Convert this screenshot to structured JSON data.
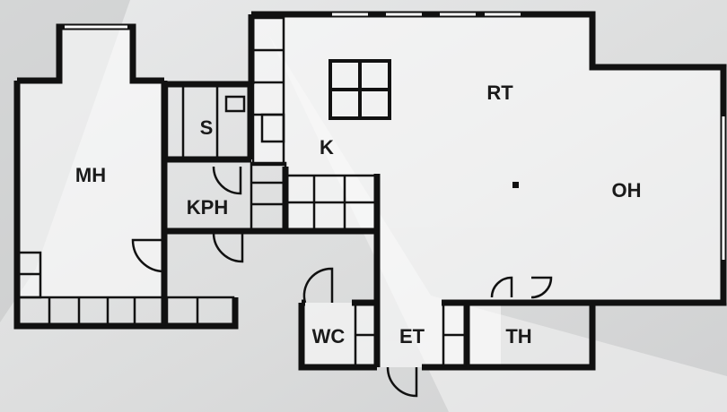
{
  "floorplan": {
    "colors": {
      "wall": "#111111",
      "floor_fill": "#ffffff",
      "background_light": "#e6e7e8",
      "background_shadow": "#c9cacb"
    },
    "rooms": {
      "mh": "MH",
      "s": "S",
      "kph": "KPH",
      "k": "K",
      "rt": "RT",
      "oh": "OH",
      "wc": "WC",
      "et": "ET",
      "th": "TH"
    }
  }
}
